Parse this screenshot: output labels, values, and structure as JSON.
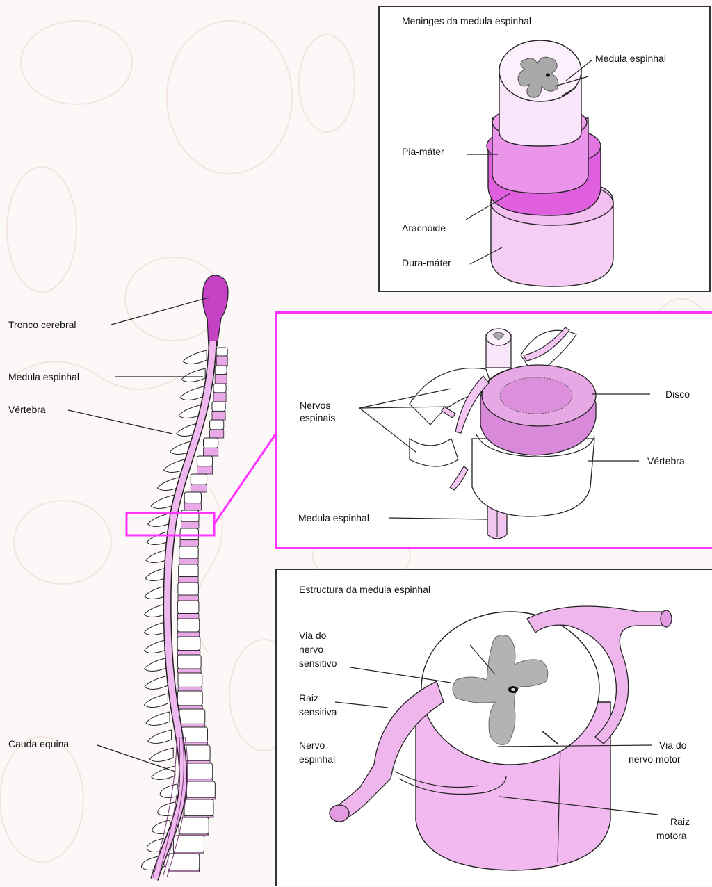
{
  "colors": {
    "pink_light": "#f2c4f0",
    "pink_mid": "#e79be6",
    "pink_strong": "#d656d6",
    "magenta_frame": "#ff33ff",
    "grey_matter": "#b5b5b5",
    "line": "#222222"
  },
  "spine": {
    "labels": {
      "tronco": "Tronco cerebral",
      "medula": "Medula espinhal",
      "vertebra": "Vértebra",
      "cauda": "Cauda equina"
    }
  },
  "meninges_panel": {
    "title": "Meninges da medula espinhal",
    "labels": {
      "medula": "Medula espinhal",
      "pia": "Pia-máter",
      "aracnoide": "Aracnóide",
      "dura": "Dura-máter"
    }
  },
  "vertebra_panel": {
    "labels": {
      "nervos_1": "Nervos",
      "nervos_2": "espinais",
      "disco": "Disco",
      "vertebra": "Vértebra",
      "medula": "Medula espinhal"
    }
  },
  "estrutura_panel": {
    "title": "Estructura da medula espinhal",
    "labels": {
      "via_sens_1": "Via do",
      "via_sens_2": "nervo",
      "via_sens_3": "sensitivo",
      "raiz_sens_1": "Raiz",
      "raiz_sens_2": "sensitiva",
      "nervo_esp_1": "Nervo",
      "nervo_esp_2": "espinhal",
      "via_motor_1": "Via do",
      "via_motor_2": "nervo motor",
      "raiz_motor_1": "Raiz",
      "raiz_motor_2": "motora"
    }
  }
}
